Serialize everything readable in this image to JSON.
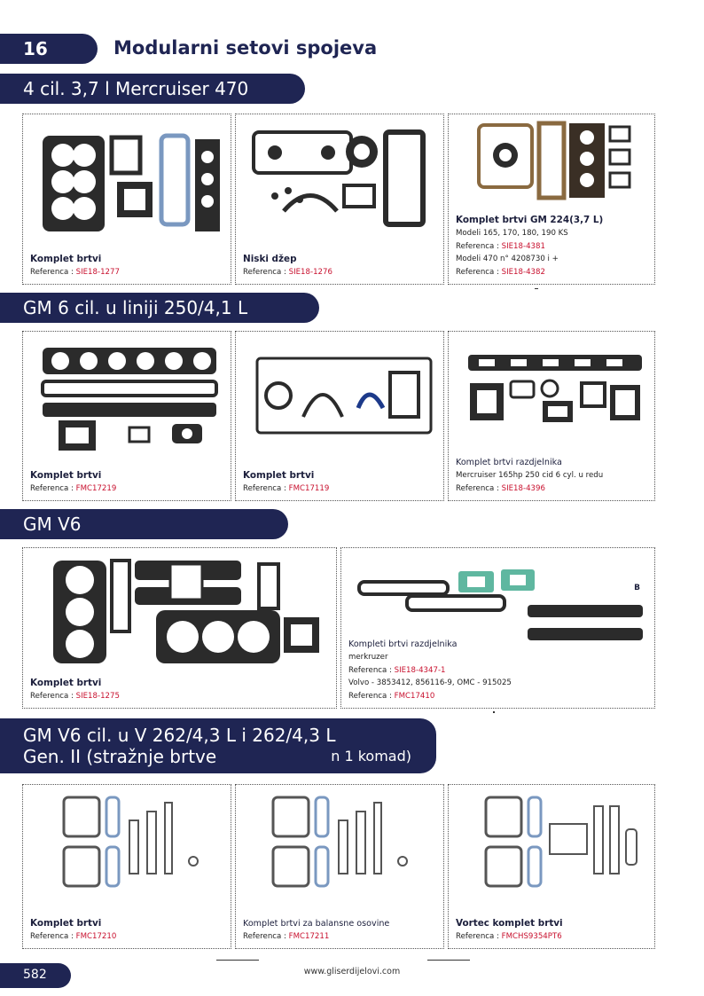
{
  "header": {
    "page_number": "16",
    "title": "Modularni setovi spojeva"
  },
  "sections": [
    {
      "title": "4 cil. 3,7 l Mercruiser 470",
      "cards": [
        {
          "name": "Komplet brtvi",
          "lines": [],
          "ref_label": "Referenca :",
          "ref": "SIE18-1277"
        },
        {
          "name": "Niski džep",
          "lines": [],
          "ref_label": "Referenca :",
          "ref": "SIE18-1276"
        },
        {
          "name": "Komplet brtvi GM 224(3,7 L)",
          "lines": [
            {
              "text": "Modeli 165, 170, 180, 190 KS",
              "code": ""
            },
            {
              "text": "Referenca : ",
              "code": "SIE18-4381"
            },
            {
              "text": "Modeli 470 n° 4208730 i +",
              "code": ""
            }
          ],
          "ref_label": "Referenca :",
          "ref": "SIE18-4382"
        }
      ]
    },
    {
      "title": "GM 6 cil. u liniji 250/4,1 L",
      "cards": [
        {
          "name": "Komplet brtvi",
          "lines": [],
          "ref_label": "Referenca :",
          "ref": "FMC17219"
        },
        {
          "name": "Komplet brtvi",
          "lines": [],
          "ref_label": "Referenca :",
          "ref": "FMC17119"
        },
        {
          "name": "Komplet brtvi razdjelnika",
          "lines": [
            {
              "text": "Mercruiser 165hp 250 cid 6 cyl. u redu",
              "code": ""
            }
          ],
          "ref_label": "Referenca :",
          "ref": "SIE18-4396"
        }
      ]
    },
    {
      "title": "GM V6",
      "cards": [
        {
          "name": "Komplet brtvi",
          "lines": [],
          "ref_label": "Referenca :",
          "ref": "SIE18-1275"
        },
        {
          "name": "Kompleti brtvi razdjelnika",
          "badge": "B",
          "lines": [
            {
              "text": "merkruzer",
              "code": ""
            },
            {
              "text": "Referenca : ",
              "code": "SIE18-4347-1"
            },
            {
              "text": "Volvo - 3853412, 856116-9, OMC - 915025",
              "code": ""
            }
          ],
          "ref_label": "Referenca :",
          "ref": "FMC17410"
        }
      ]
    },
    {
      "title_line1": "GM V6 cil. u V 262/4,3 L i 262/4,3 L",
      "title_line2": "Gen. II (stražnje brtve",
      "title_tail": "n 1 komad)",
      "cards": [
        {
          "name": "Komplet brtvi",
          "lines": [],
          "ref_label": "Referenca :",
          "ref": "FMC17210"
        },
        {
          "name": "Komplet brtvi za balansne osovine",
          "lines": [],
          "ref_label": "Referenca :",
          "ref": "FMC17211"
        },
        {
          "name": "Vortec komplet brtvi",
          "lines": [],
          "ref_label": "Referenca :",
          "ref": "FMCHS9354PT6"
        }
      ]
    }
  ],
  "footer": {
    "page_number": "582",
    "url": "www.gliserdijelovi.com"
  },
  "colors": {
    "navy": "#1f2553",
    "reference_red": "#c8102e",
    "gasket_dark": "#2b2b2b",
    "gasket_blue": "#7a98c0",
    "gasket_teal": "#5fb7a0"
  }
}
